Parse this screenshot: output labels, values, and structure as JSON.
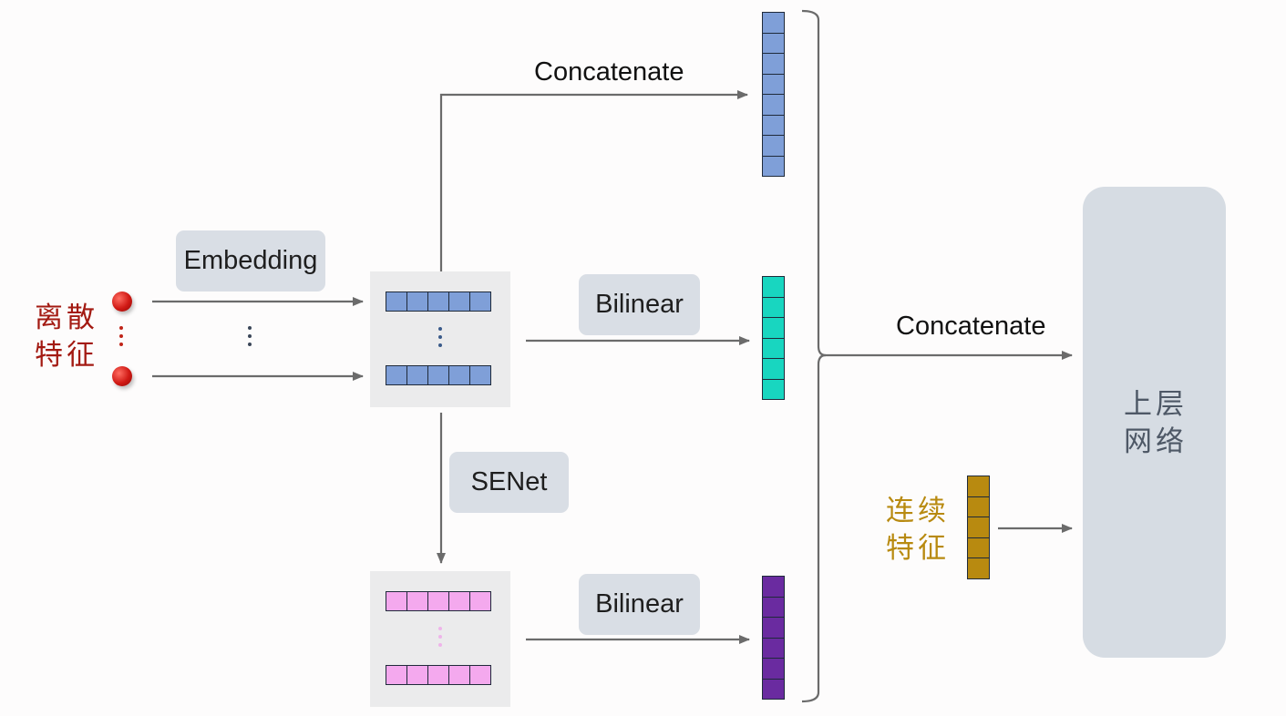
{
  "labels": {
    "embedding": "Embedding",
    "concat_top": "Concatenate",
    "bilinear_top": "Bilinear",
    "senet": "SENet",
    "bilinear_bottom": "Bilinear",
    "concat_right": "Concatenate"
  },
  "discrete_features": {
    "line1": "离散",
    "line2": "特征"
  },
  "continuous_features": {
    "line1": "连续",
    "line2": "特征"
  },
  "upper_network": {
    "line1": "上层",
    "line2": "网络"
  },
  "colors": {
    "embedding_cell": "#7f9fd8",
    "senet_cell": "#f4a9ee",
    "concat_vector": "#7f9fd8",
    "bilinear_top_vector": "#18d6c0",
    "bilinear_bottom_vector": "#6a2ba0",
    "continuous_vector": "#b88a10",
    "discrete_text": "#a31a12",
    "continuous_text": "#b88a10",
    "upper_network_bg": "#d6dce3"
  }
}
